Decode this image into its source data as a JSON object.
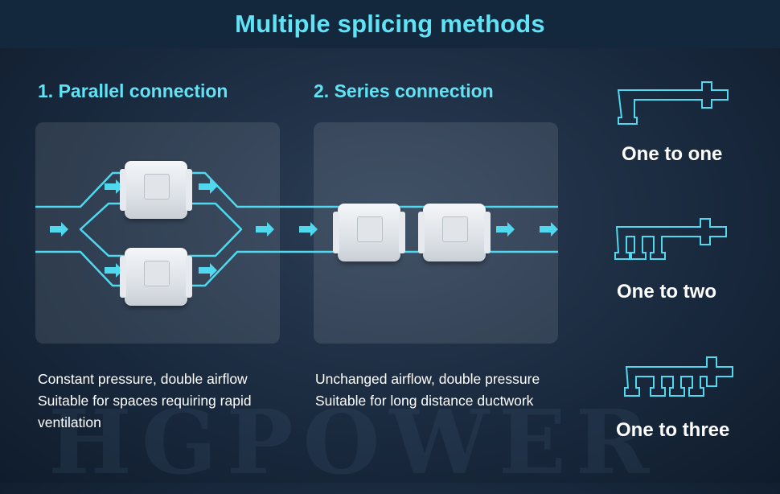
{
  "header": {
    "title": "Multiple splicing methods"
  },
  "parallel": {
    "title": "1. Parallel connection",
    "desc_lines": [
      "Constant pressure, double airflow",
      "Suitable for spaces requiring rapid",
      "ventilation"
    ]
  },
  "series": {
    "title": "2. Series connection",
    "desc_lines": [
      "Unchanged airflow, double pressure",
      "Suitable for long distance ductwork"
    ]
  },
  "options": [
    {
      "label": "One to one",
      "icon": "one-to-one-duct-icon"
    },
    {
      "label": "One to two",
      "icon": "one-to-two-duct-icon"
    },
    {
      "label": "One to three",
      "icon": "one-to-three-duct-icon"
    }
  ],
  "watermark": "HGPOWER",
  "colors": {
    "accent": "#5fe3f5",
    "header_bg": "#13273d",
    "background": "#1a2a3f"
  }
}
